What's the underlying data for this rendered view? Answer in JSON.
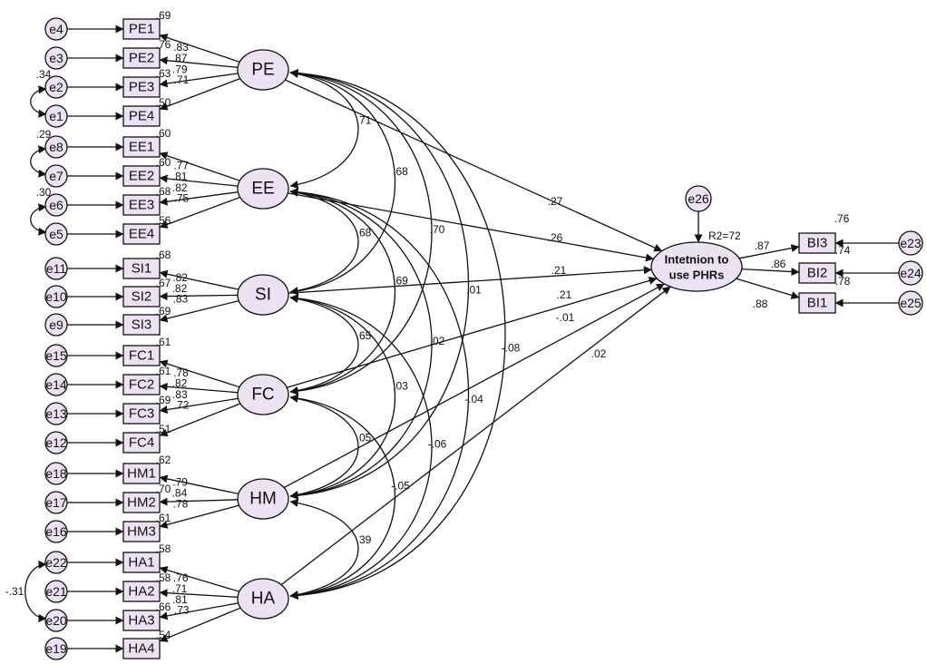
{
  "diagram": {
    "latents": [
      {
        "id": "PE",
        "label": "PE"
      },
      {
        "id": "EE",
        "label": "EE"
      },
      {
        "id": "SI",
        "label": "SI"
      },
      {
        "id": "FC",
        "label": "FC"
      },
      {
        "id": "HM",
        "label": "HM"
      },
      {
        "id": "HA",
        "label": "HA"
      }
    ],
    "outcome": {
      "id": "BI",
      "label_line1": "Intetnion to",
      "label_line2": "use PHRs",
      "error": "e26",
      "r2_label": "R2=72"
    },
    "indicators": [
      {
        "label": "PE1",
        "error": "e4",
        "latent": "PE",
        "loading": ".83",
        "r2": ".69"
      },
      {
        "label": "PE2",
        "error": "e3",
        "latent": "PE",
        "loading": ".87",
        "r2": ".76"
      },
      {
        "label": "PE3",
        "error": "e2",
        "latent": "PE",
        "loading": ".79",
        "r2": ".63"
      },
      {
        "label": "PE4",
        "error": "e1",
        "latent": "PE",
        "loading": ".71",
        "r2": ".50"
      },
      {
        "label": "EE1",
        "error": "e8",
        "latent": "EE",
        "loading": ".77",
        "r2": ".60"
      },
      {
        "label": "EE2",
        "error": "e7",
        "latent": "EE",
        "loading": ".81",
        "r2": ".60"
      },
      {
        "label": "EE3",
        "error": "e6",
        "latent": "EE",
        "loading": ".82",
        "r2": ".68"
      },
      {
        "label": "EE4",
        "error": "e5",
        "latent": "EE",
        "loading": ".75",
        "r2": ".56"
      },
      {
        "label": "SI1",
        "error": "e11",
        "latent": "SI",
        "loading": ".82",
        "r2": ".68"
      },
      {
        "label": "SI2",
        "error": "e10",
        "latent": "SI",
        "loading": ".82",
        "r2": ".67"
      },
      {
        "label": "SI3",
        "error": "e9",
        "latent": "SI",
        "loading": ".83",
        "r2": ".69"
      },
      {
        "label": "FC1",
        "error": "e15",
        "latent": "FC",
        "loading": ".78",
        "r2": ".61"
      },
      {
        "label": "FC2",
        "error": "e14",
        "latent": "FC",
        "loading": ".82",
        "r2": ".61"
      },
      {
        "label": "FC3",
        "error": "e13",
        "latent": "FC",
        "loading": ".83",
        "r2": ".69"
      },
      {
        "label": "FC4",
        "error": "e12",
        "latent": "FC",
        "loading": ".72",
        "r2": ".51"
      },
      {
        "label": "HM1",
        "error": "e18",
        "latent": "HM",
        "loading": ".79",
        "r2": ".62"
      },
      {
        "label": "HM2",
        "error": "e17",
        "latent": "HM",
        "loading": ".84",
        "r2": ".70"
      },
      {
        "label": "HM3",
        "error": "e16",
        "latent": "HM",
        "loading": ".78",
        "r2": ".61"
      },
      {
        "label": "HA1",
        "error": "e22",
        "latent": "HA",
        "loading": ".76",
        "r2": ".58"
      },
      {
        "label": "HA2",
        "error": "e21",
        "latent": "HA",
        "loading": ".71",
        "r2": ".58"
      },
      {
        "label": "HA3",
        "error": "e20",
        "latent": "HA",
        "loading": ".81",
        "r2": ".66"
      },
      {
        "label": "HA4",
        "error": "e19",
        "latent": "HA",
        "loading": ".73",
        "r2": ".54"
      }
    ],
    "outcome_indicators": [
      {
        "label": "BI3",
        "error": "e23",
        "loading": ".87",
        "r2": ".76"
      },
      {
        "label": "BI2",
        "error": "e24",
        "loading": ".86",
        "r2": ".74"
      },
      {
        "label": "BI1",
        "error": "e25",
        "loading": ".88",
        "r2": ".78"
      }
    ],
    "error_covariances": [
      {
        "a": "e2",
        "b": "e1",
        "value": ".34"
      },
      {
        "a": "e8",
        "b": "e7",
        "value": ".29"
      },
      {
        "a": "e6",
        "b": "e5",
        "value": ".30"
      },
      {
        "a": "e22",
        "b": "e20",
        "value": "-.31"
      }
    ],
    "latent_correlations": [
      {
        "a": "PE",
        "b": "EE",
        "value": ".71"
      },
      {
        "a": "PE",
        "b": "SI",
        "value": ".68"
      },
      {
        "a": "PE",
        "b": "FC",
        "value": ".70"
      },
      {
        "a": "PE",
        "b": "HM",
        "value": ".01"
      },
      {
        "a": "PE",
        "b": "HA",
        "value": "-.08"
      },
      {
        "a": "EE",
        "b": "SI",
        "value": ".68"
      },
      {
        "a": "EE",
        "b": "FC",
        "value": ".69"
      },
      {
        "a": "EE",
        "b": "HM",
        "value": ".02"
      },
      {
        "a": "EE",
        "b": "HA",
        "value": "-.04"
      },
      {
        "a": "SI",
        "b": "FC",
        "value": ".65"
      },
      {
        "a": "SI",
        "b": "HM",
        "value": ".03"
      },
      {
        "a": "SI",
        "b": "HA",
        "value": "-.06"
      },
      {
        "a": "FC",
        "b": "HM",
        "value": ".05"
      },
      {
        "a": "FC",
        "b": "HA",
        "value": "-.05"
      },
      {
        "a": "HM",
        "b": "HA",
        "value": ".39"
      }
    ],
    "structural_paths": [
      {
        "from": "PE",
        "value": ".27"
      },
      {
        "from": "EE",
        "value": ".26"
      },
      {
        "from": "SI",
        "value": ".21"
      },
      {
        "from": "FC",
        "value": ".21"
      },
      {
        "from": "HM",
        "value": "-.01"
      },
      {
        "from": "HA",
        "value": ".02"
      }
    ]
  }
}
